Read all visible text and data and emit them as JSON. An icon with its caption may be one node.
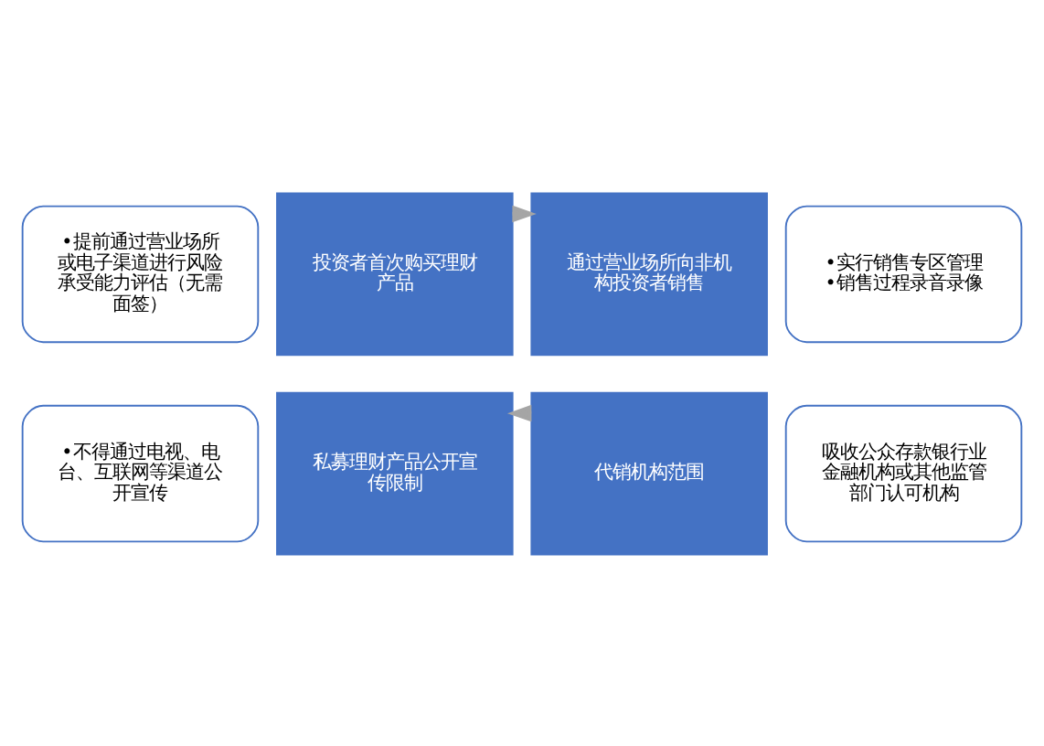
{
  "diagram": {
    "nodes": [
      {
        "text": [
          "•提前通过营业场所或电子渠道进行风险承受能力评估（无需面签）"
        ]
      },
      {
        "text": [
          "•实行销售专区管理",
          "•销售过程录音录像"
        ]
      },
      {
        "text": [
          "投资者首次购买理财产品"
        ]
      },
      {
        "text": [
          "通过营业场所向非机构投资者销售"
        ]
      },
      {
        "text": [
          "私募理财产品公开宣传限制"
        ]
      },
      {
        "text": [
          "代销机构范围"
        ]
      },
      {
        "text": [
          "•不得通过电视、电台、互联网等渠道公开宣传"
        ]
      },
      {
        "text": [
          "吸收公众存款银行业金融机构或其他监管部门认可机构"
        ]
      }
    ],
    "edges": [
      {
        "from": 2,
        "to": 3,
        "arrow": "to"
      },
      {
        "from": 5,
        "to": 4,
        "arrow": "to"
      }
    ]
  }
}
